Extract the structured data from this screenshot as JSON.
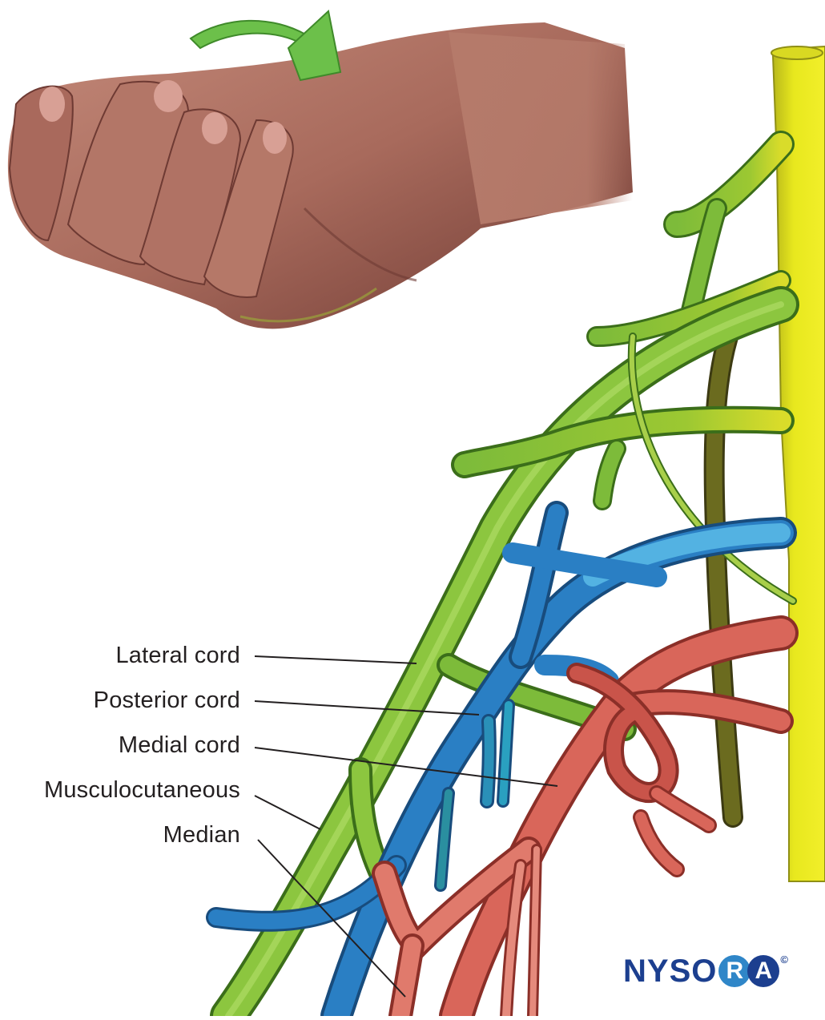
{
  "figure": {
    "subject": "Brachial plexus with hand demonstrating wrist flexion",
    "colors": {
      "lateral_cord": "#8cc63f",
      "posterior_cord": "#2a7fc4",
      "medial_cord": "#d9665a",
      "spinal_trunk": "#e6e61a",
      "dark_branch": "#6b6b1f",
      "arrow": "#6cc04a",
      "skin": "#b5786a",
      "label_text": "#231f20"
    }
  },
  "labels": [
    {
      "id": "lateral-cord",
      "text": "Lateral cord",
      "line": [
        318,
        819,
        520,
        828
      ]
    },
    {
      "id": "posterior-cord",
      "text": "Posterior cord",
      "line": [
        318,
        875,
        598,
        892
      ]
    },
    {
      "id": "medial-cord",
      "text": "Medial cord",
      "line": [
        318,
        933,
        696,
        981
      ]
    },
    {
      "id": "musculocutaneous",
      "text": "Musculocutaneous",
      "line": [
        318,
        993,
        400,
        1035
      ]
    },
    {
      "id": "median",
      "text": "Median",
      "line": [
        322,
        1048,
        506,
        1244
      ]
    }
  ],
  "logo": {
    "text": "NYSO",
    "circle_r": "R",
    "circle_a": "A",
    "copyright": "©"
  }
}
